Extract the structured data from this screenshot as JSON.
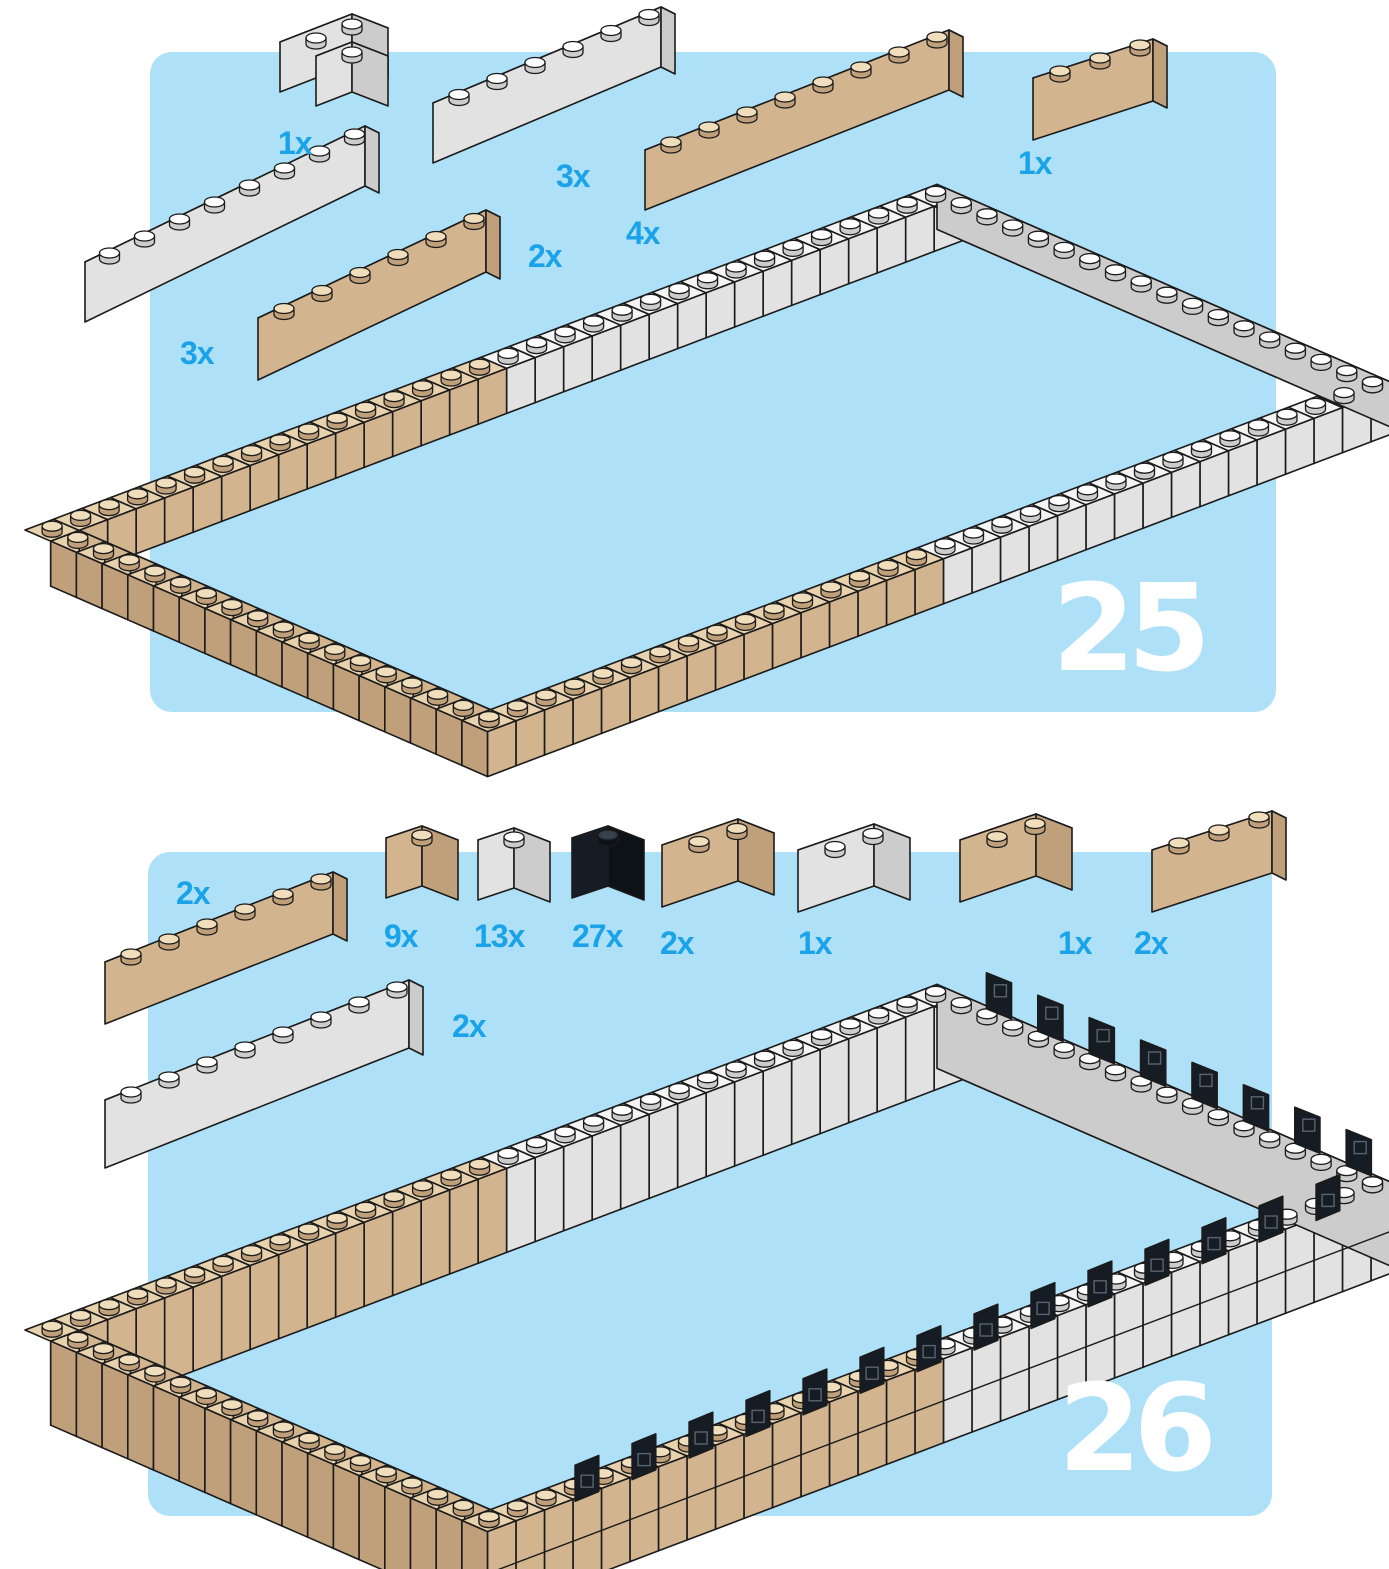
{
  "colors": {
    "background_panel": "#aee0f7",
    "label_blue": "#1aa3e8",
    "brick_tan": "#d2b48f",
    "brick_white": "#e6e6e6",
    "brick_black": "#151c24",
    "outline": "#1b1b1b"
  },
  "steps": [
    {
      "number": "25",
      "parts": [
        {
          "label": "1x",
          "color": "white",
          "icon": "brick-2x2-corner-icon"
        },
        {
          "label": "3x",
          "color": "white",
          "icon": "brick-1x6-icon"
        },
        {
          "label": "4x",
          "color": "tan",
          "icon": "brick-1x8-icon"
        },
        {
          "label": "1x",
          "color": "tan",
          "icon": "brick-1x3-icon"
        },
        {
          "label": "3x",
          "color": "white",
          "icon": "brick-1x8-icon"
        },
        {
          "label": "2x",
          "color": "tan",
          "icon": "brick-1x6-icon"
        }
      ]
    },
    {
      "number": "26",
      "parts": [
        {
          "label": "2x",
          "color": "tan",
          "icon": "brick-1x6-icon"
        },
        {
          "label": "2x",
          "color": "white",
          "icon": "brick-1x8-icon"
        },
        {
          "label": "9x",
          "color": "tan",
          "icon": "brick-1x1-icon"
        },
        {
          "label": "13x",
          "color": "white",
          "icon": "brick-1x1-icon"
        },
        {
          "label": "27x",
          "color": "black",
          "icon": "brick-1x1-headlight-icon"
        },
        {
          "label": "2x",
          "color": "tan",
          "icon": "brick-1x2-icon"
        },
        {
          "label": "1x",
          "color": "white",
          "icon": "brick-1x2-icon"
        },
        {
          "label": "1x",
          "color": "tan",
          "icon": "brick-2x2-corner-icon"
        },
        {
          "label": "2x",
          "color": "tan",
          "icon": "brick-1x3-icon"
        }
      ]
    }
  ]
}
